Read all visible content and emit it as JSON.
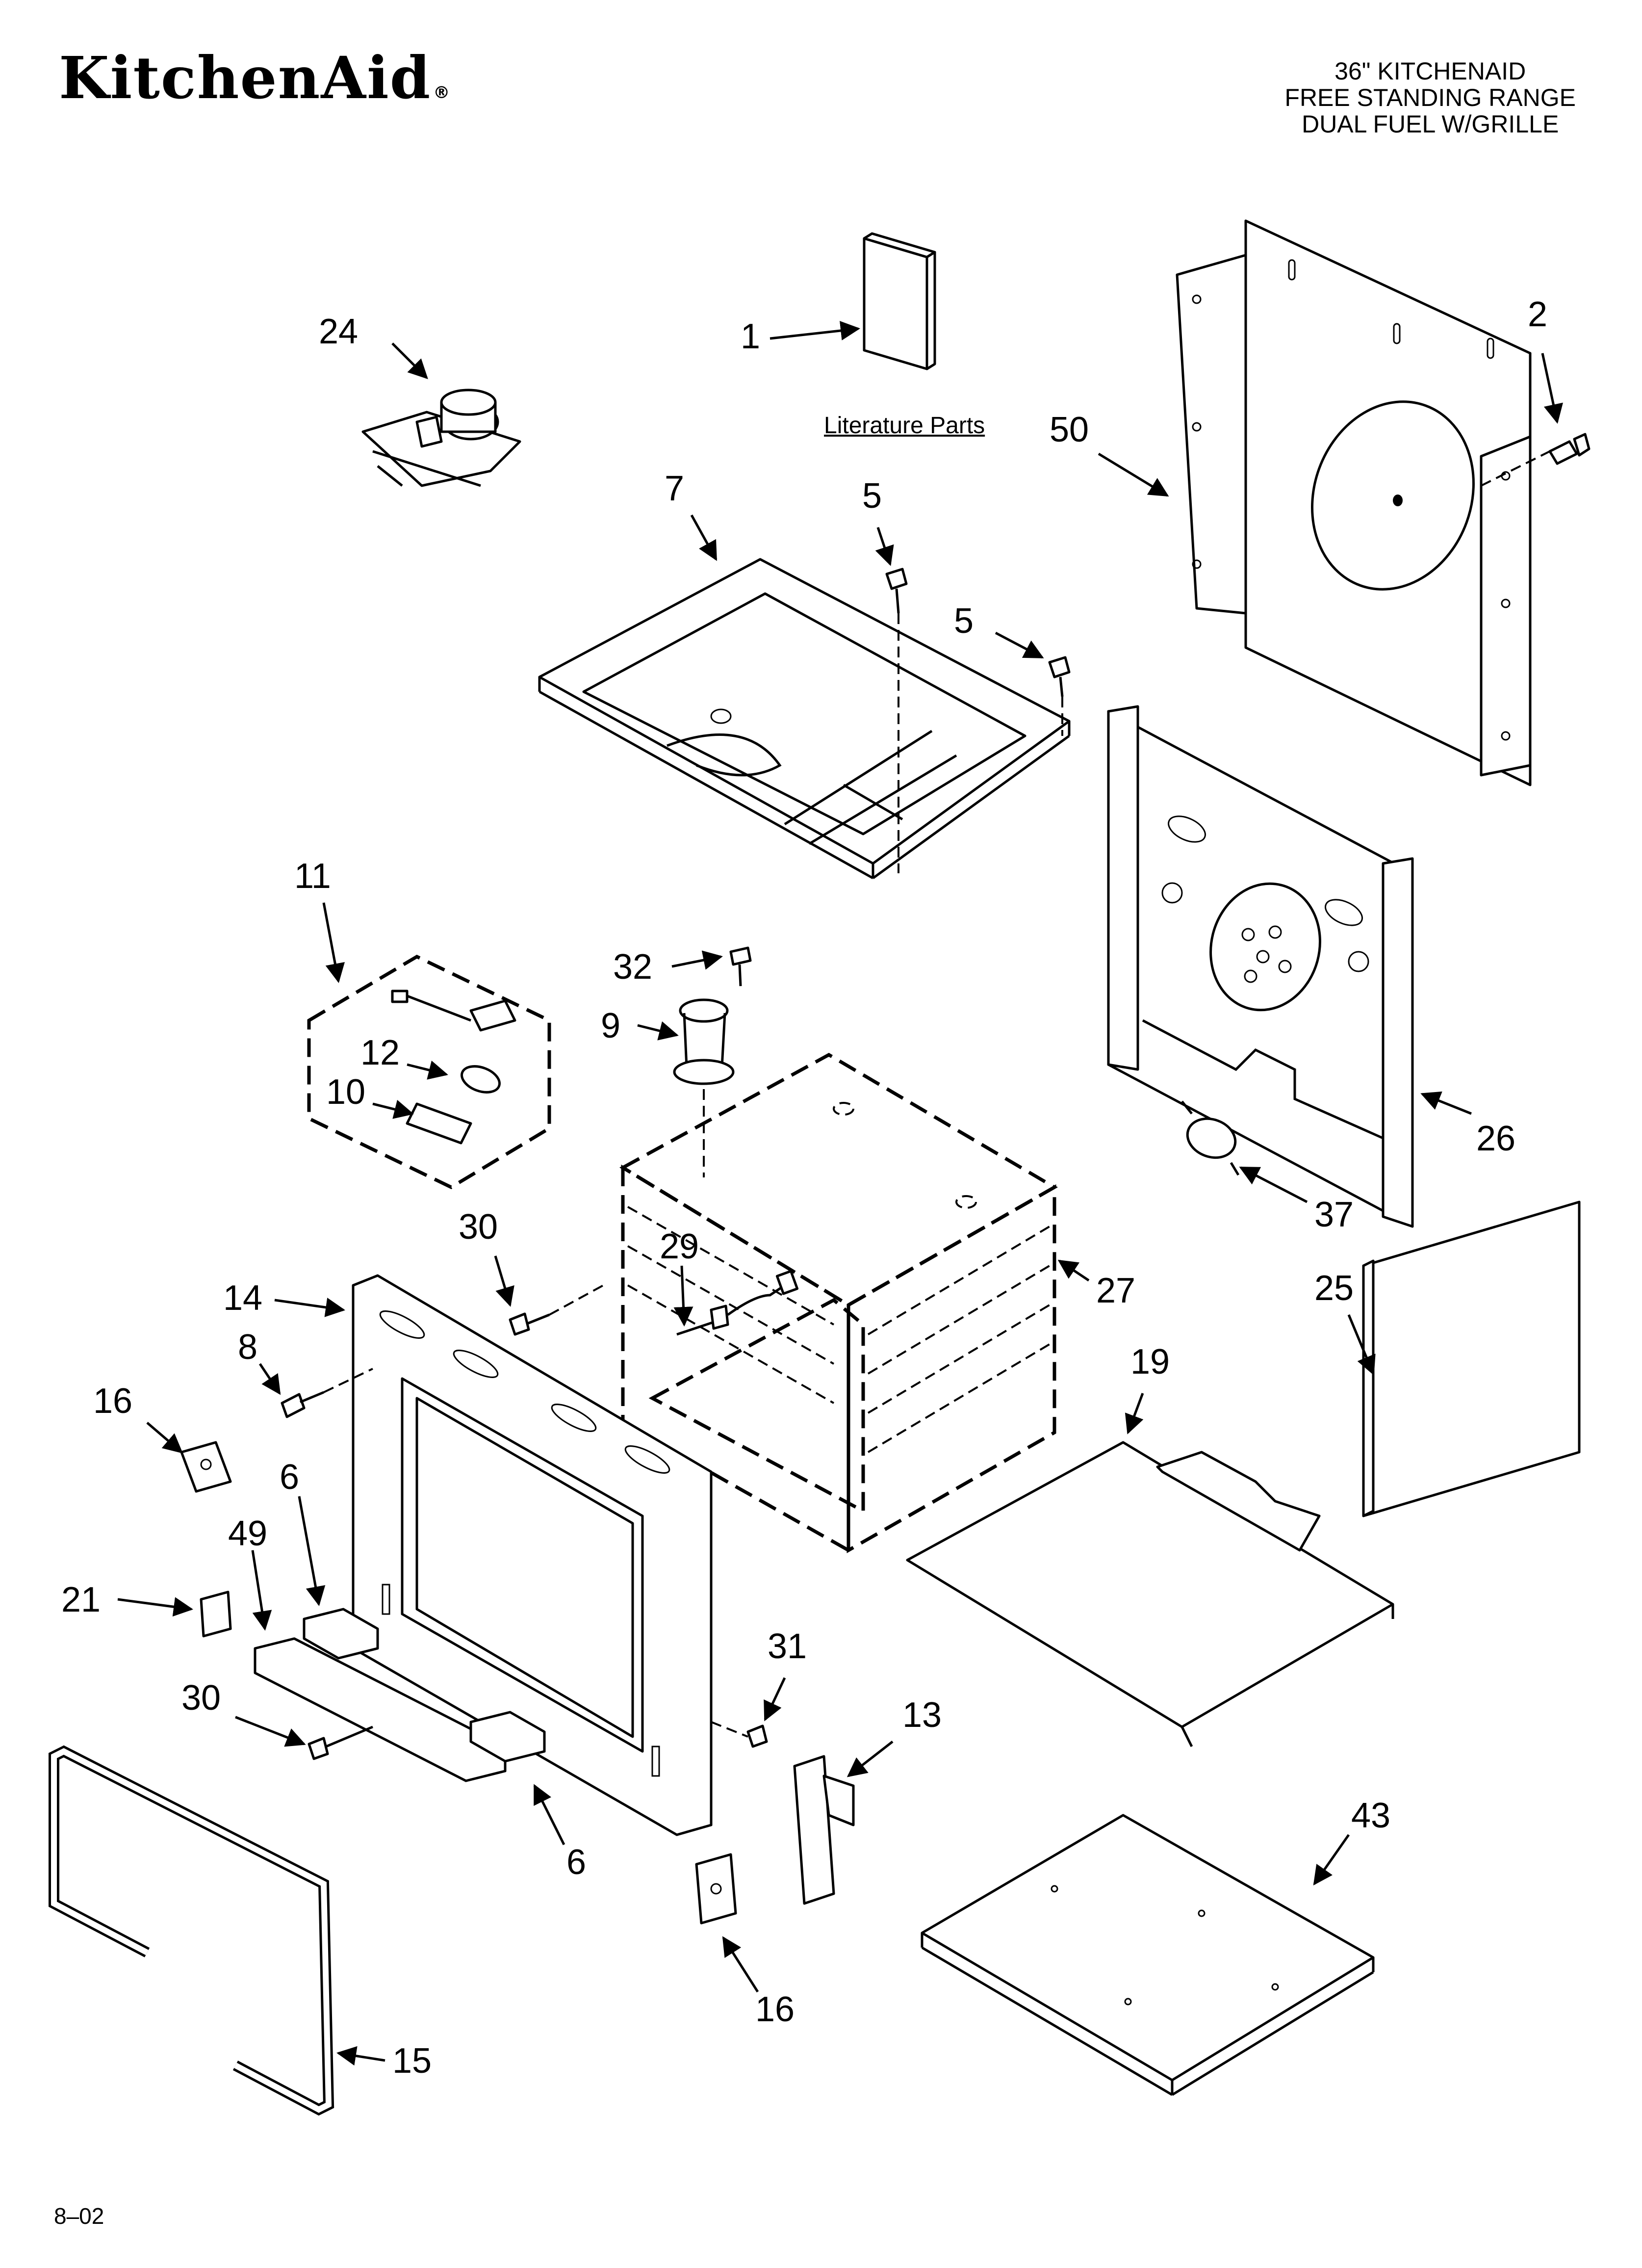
{
  "header": {
    "brand": "KitchenAid",
    "brand_mark": "®",
    "title_lines": [
      "36\" KITCHENAID",
      "FREE STANDING RANGE",
      "DUAL FUEL W/GRILLE"
    ]
  },
  "literature_label": "Literature Parts",
  "footer": {
    "code": "8–02"
  },
  "callouts": [
    {
      "id": "c24a",
      "text": "24"
    },
    {
      "id": "c1",
      "text": "1"
    },
    {
      "id": "c2",
      "text": "2"
    },
    {
      "id": "c50",
      "text": "50"
    },
    {
      "id": "c7",
      "text": "7"
    },
    {
      "id": "c5a",
      "text": "5"
    },
    {
      "id": "c5b",
      "text": "5"
    },
    {
      "id": "c11",
      "text": "11"
    },
    {
      "id": "c12",
      "text": "12"
    },
    {
      "id": "c10",
      "text": "10"
    },
    {
      "id": "c32",
      "text": "32"
    },
    {
      "id": "c9",
      "text": "9"
    },
    {
      "id": "c26",
      "text": "26"
    },
    {
      "id": "c37",
      "text": "37"
    },
    {
      "id": "c30a",
      "text": "30"
    },
    {
      "id": "c29",
      "text": "29"
    },
    {
      "id": "c27",
      "text": "27"
    },
    {
      "id": "c14",
      "text": "14"
    },
    {
      "id": "c8",
      "text": "8"
    },
    {
      "id": "c16a",
      "text": "16"
    },
    {
      "id": "c25",
      "text": "25"
    },
    {
      "id": "c19",
      "text": "19"
    },
    {
      "id": "c6a",
      "text": "6"
    },
    {
      "id": "c49",
      "text": "49"
    },
    {
      "id": "c21",
      "text": "21"
    },
    {
      "id": "c31",
      "text": "31"
    },
    {
      "id": "c30b",
      "text": "30"
    },
    {
      "id": "c13",
      "text": "13"
    },
    {
      "id": "c6b",
      "text": "6"
    },
    {
      "id": "c43",
      "text": "43"
    },
    {
      "id": "c16b",
      "text": "16"
    },
    {
      "id": "c15",
      "text": "15"
    }
  ]
}
